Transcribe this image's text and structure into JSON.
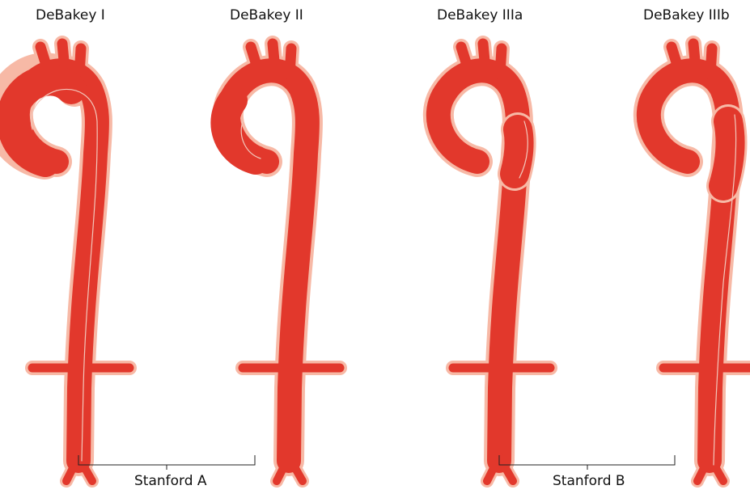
{
  "figure": {
    "types": [
      {
        "id": "debakey-1",
        "label": "DeBakey I"
      },
      {
        "id": "debakey-2",
        "label": "DeBakey II"
      },
      {
        "id": "debakey-3a",
        "label": "DeBakey IIIa"
      },
      {
        "id": "debakey-3b",
        "label": "DeBakey IIIb"
      }
    ],
    "groups": [
      {
        "id": "stanford-a",
        "label": "Stanford A"
      },
      {
        "id": "stanford-b",
        "label": "Stanford B"
      }
    ],
    "colors": {
      "vessel": "#e2382c",
      "vessel_glow": "#f7b9a6",
      "dissection_line": "#f3c7bb"
    }
  }
}
